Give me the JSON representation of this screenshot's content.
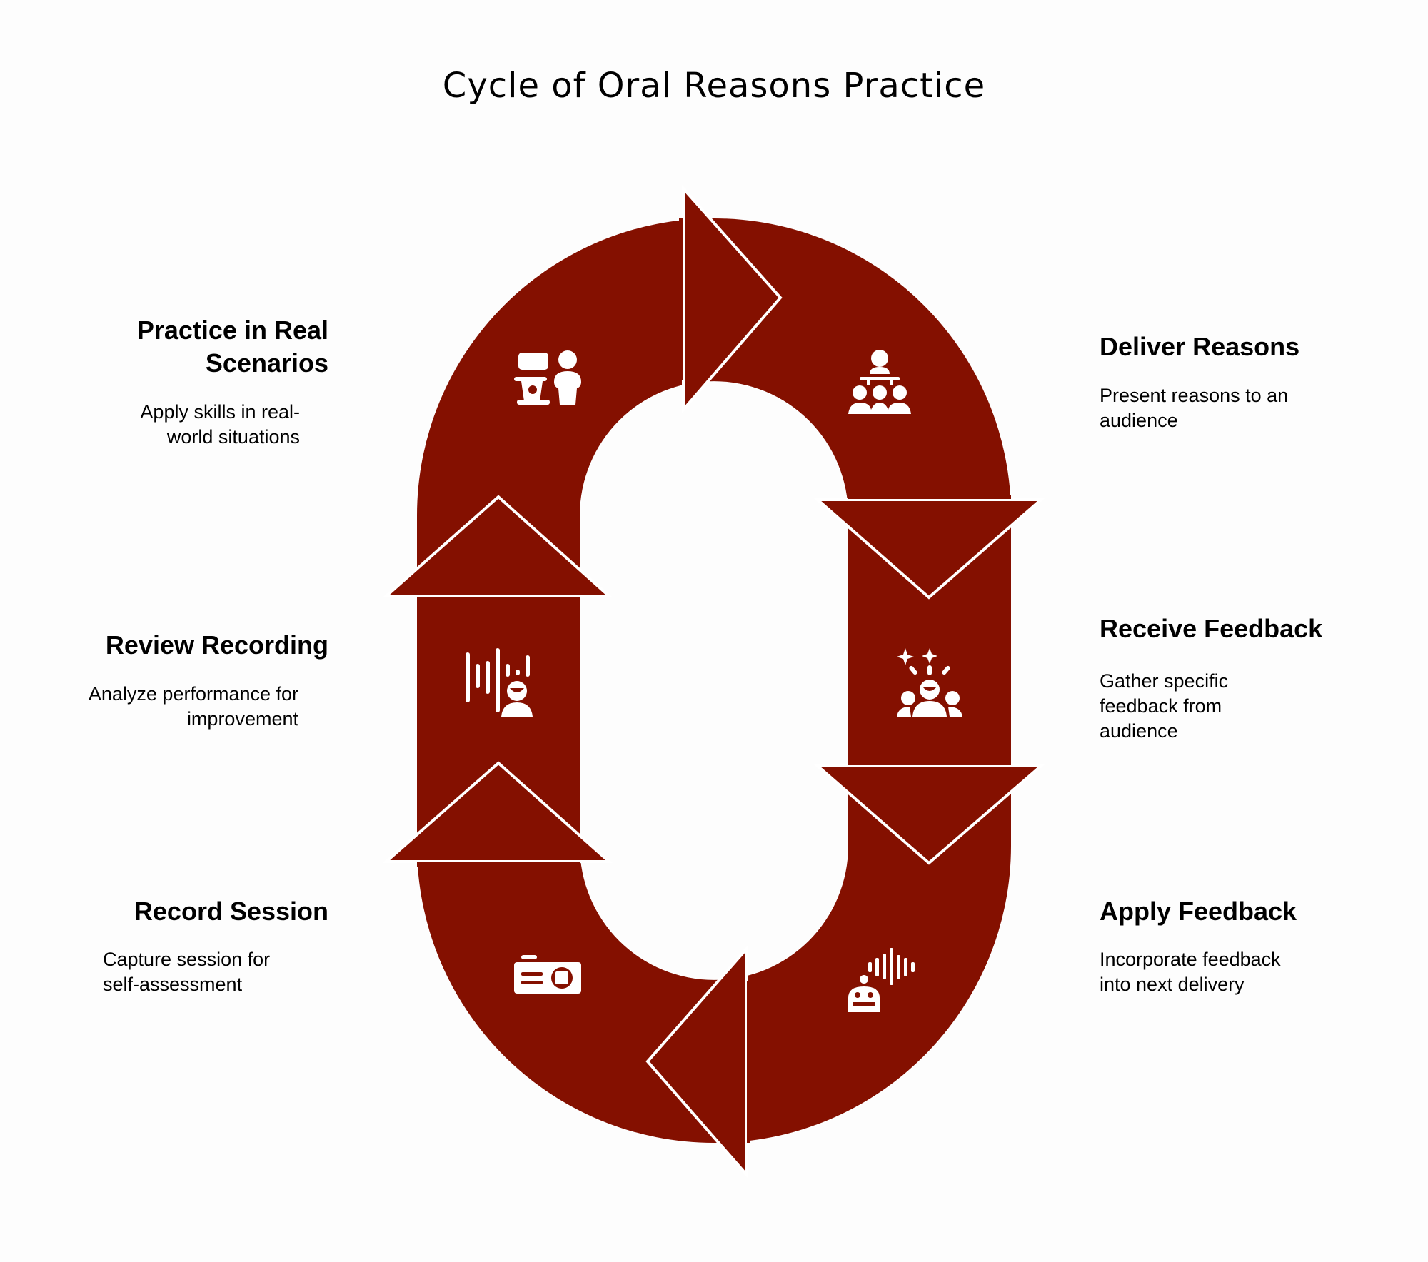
{
  "title": "Cycle of Oral Reasons Practice",
  "colors": {
    "arrow": "#841000",
    "icon": "#ffffff",
    "background": "#fdfdfd"
  },
  "steps": [
    {
      "title": "Deliver Reasons",
      "description": "Present reasons to an audience",
      "icon": "presenter-audience-icon"
    },
    {
      "title": "Receive Feedback",
      "description": "Gather specific feedback from audience",
      "icon": "audience-feedback-icon"
    },
    {
      "title": "Apply Feedback",
      "description": "Incorporate feedback into next delivery",
      "icon": "robot-voice-icon"
    },
    {
      "title": "Record Session",
      "description": "Capture session for self-assessment",
      "icon": "recorder-icon"
    },
    {
      "title": "Review Recording",
      "description": "Analyze performance for improvement",
      "icon": "audio-review-icon"
    },
    {
      "title": "Practice in Real Scenarios",
      "description": "Apply skills in real-world situations",
      "icon": "podium-speaker-icon"
    }
  ]
}
